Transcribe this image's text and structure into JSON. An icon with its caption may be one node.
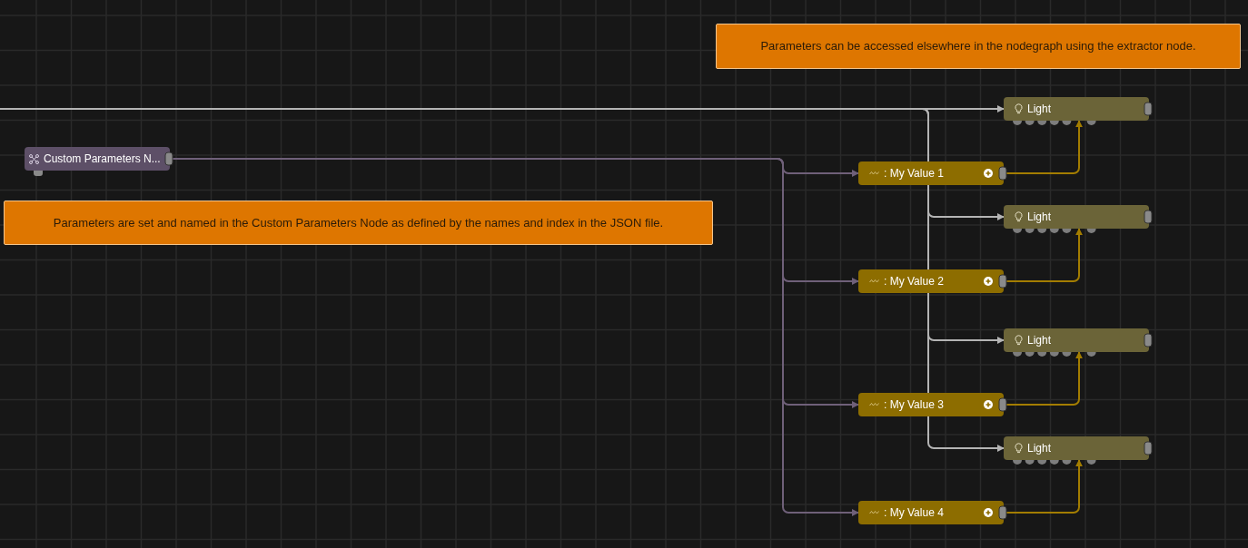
{
  "diagram": {
    "nodes": [
      {
        "text": [
          "Parameters can be accessed elsewhere in the nodegraph using the extractor node."
        ]
      },
      {
        "text": [
          "Light"
        ]
      },
      {
        "text": [
          "Custom Parameters N..."
        ]
      },
      {
        "text": [
          ": My Value 1"
        ]
      },
      {
        "text": [
          "Light"
        ]
      },
      {
        "text": [
          "Parameters are set and named in the Custom Parameters Node as defined by the names and index in the JSON file."
        ]
      },
      {
        "text": [
          ": My Value 2"
        ]
      },
      {
        "text": [
          "Light"
        ]
      },
      {
        "text": [
          ": My Value 3"
        ]
      },
      {
        "text": [
          "Light"
        ]
      },
      {
        "text": [
          ": My Value 4"
        ]
      }
    ],
    "edges": [
      {
        "from": null,
        "to": 1,
        "arrow": "to",
        "color": "#b4b4b4"
      },
      {
        "from": null,
        "to": 4,
        "arrow": "to",
        "color": "#b4b4b4"
      },
      {
        "from": null,
        "to": 7,
        "arrow": "to",
        "color": "#b4b4b4"
      },
      {
        "from": null,
        "to": 9,
        "arrow": "to",
        "color": "#b4b4b4"
      },
      {
        "from": 2,
        "to": 3,
        "arrow": "to",
        "color": "#6f6079"
      },
      {
        "from": 2,
        "to": 6,
        "arrow": "to",
        "color": "#6f6079"
      },
      {
        "from": 2,
        "to": 8,
        "arrow": "to",
        "color": "#6f6079"
      },
      {
        "from": 2,
        "to": 10,
        "arrow": "to",
        "color": "#6f6079"
      },
      {
        "from": 3,
        "to": 1,
        "arrow": "to",
        "color": "#a37d00"
      },
      {
        "from": 6,
        "to": 4,
        "arrow": "to",
        "color": "#a37d00"
      },
      {
        "from": 8,
        "to": 7,
        "arrow": "to",
        "color": "#a37d00"
      },
      {
        "from": 10,
        "to": 9,
        "arrow": "to",
        "color": "#a37d00"
      }
    ]
  }
}
